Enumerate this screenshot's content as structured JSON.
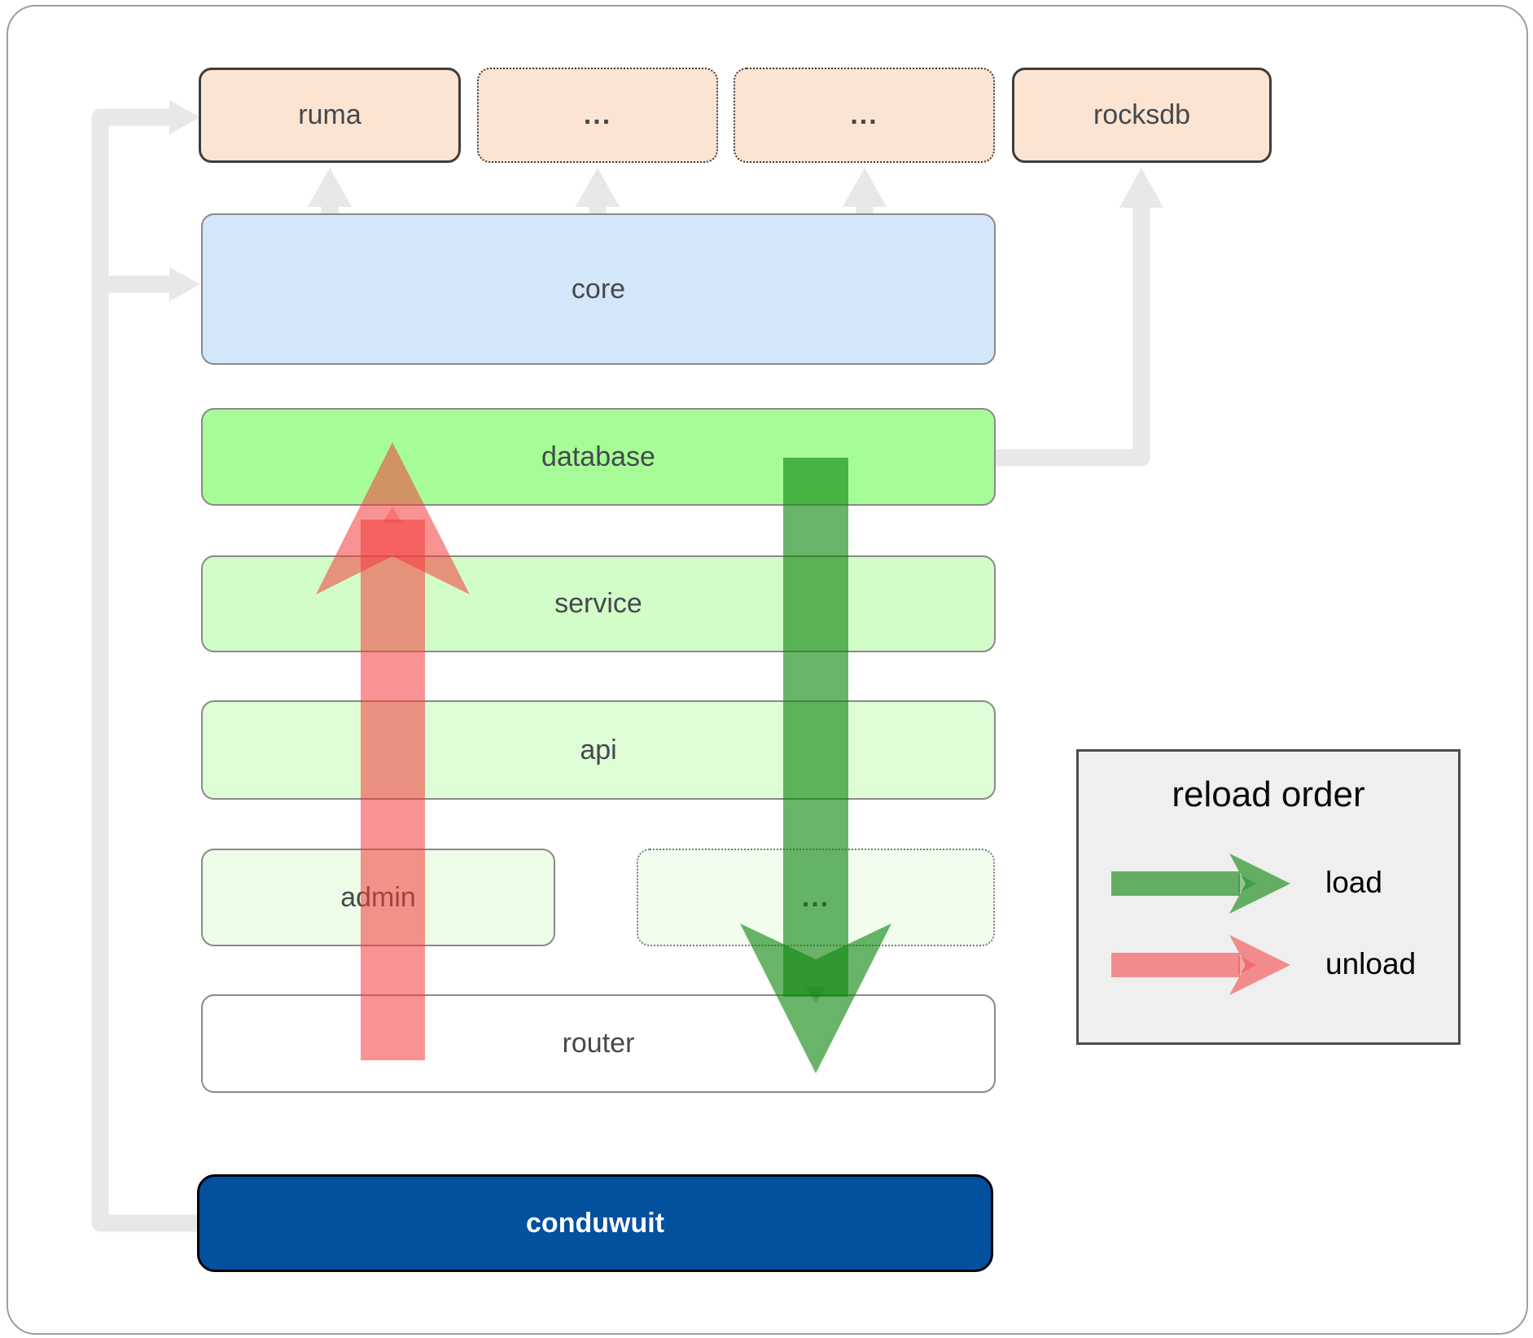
{
  "diagram": {
    "nodes": {
      "ruma": {
        "label": "ruma"
      },
      "deps_more_1": {
        "label": "..."
      },
      "deps_more_2": {
        "label": "..."
      },
      "rocksdb": {
        "label": "rocksdb"
      },
      "core": {
        "label": "core"
      },
      "database": {
        "label": "database"
      },
      "service": {
        "label": "service"
      },
      "api": {
        "label": "api"
      },
      "admin": {
        "label": "admin"
      },
      "admin_more": {
        "label": "..."
      },
      "router": {
        "label": "router"
      },
      "conduwuit": {
        "label": "conduwuit"
      }
    },
    "legend": {
      "title": "reload order",
      "items": [
        {
          "label": "load",
          "color": "#0f860f"
        },
        {
          "label": "unload",
          "color": "#f43b3b"
        }
      ]
    },
    "colors": {
      "dependency_fill": "#fce4d3",
      "core_fill": "#d4e6f9",
      "database_fill": "#a6fd97",
      "service_fill": "#d2fdc9",
      "api_fill": "#defcd6",
      "admin_fill": "#ecfce6",
      "admin_more_fill": "#f2fdee",
      "router_fill": "#ffffff",
      "conduwuit_fill": "#03509f",
      "connector": "#e8e8e8",
      "load_arrow": "#0f860f",
      "unload_arrow": "#f43b3b"
    }
  }
}
